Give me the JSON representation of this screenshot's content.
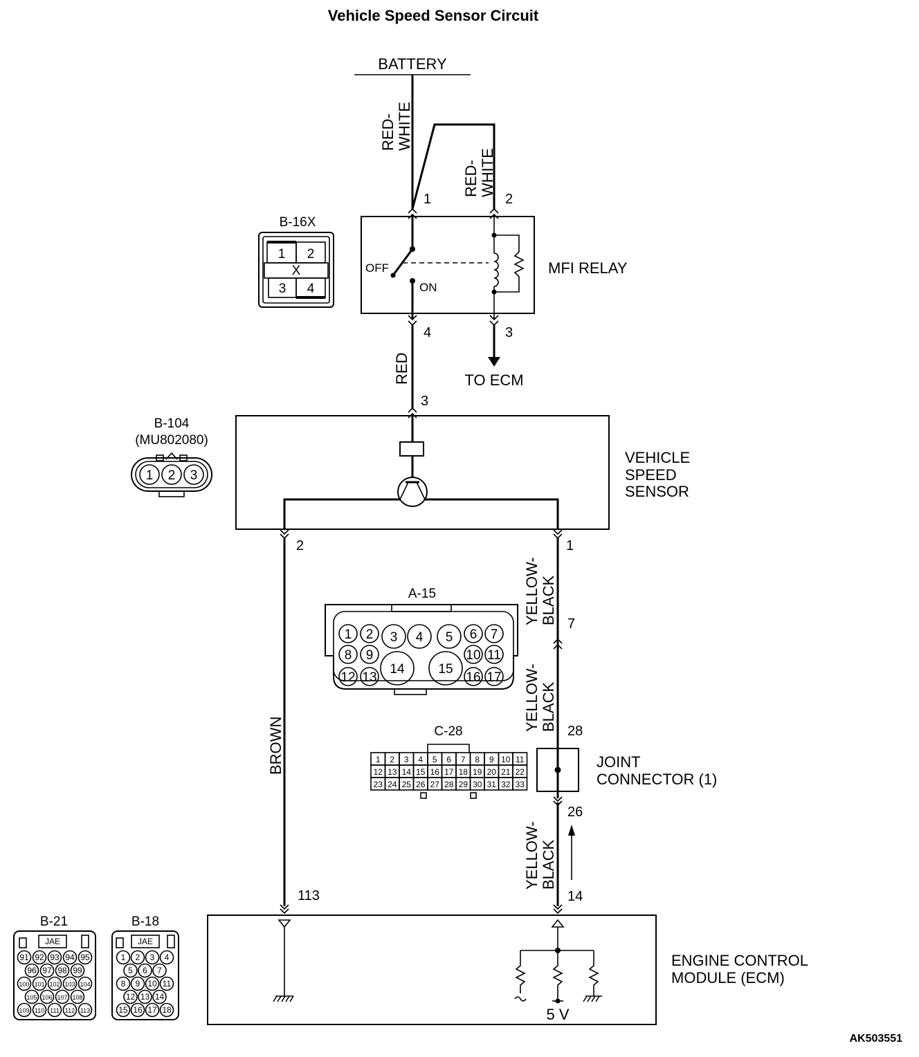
{
  "title": "Vehicle Speed Sensor Circuit",
  "figure_id": "AK503551",
  "labels": {
    "battery": "BATTERY",
    "wire_red_white_1": [
      "RED-",
      "WHITE"
    ],
    "wire_red_white_2": [
      "RED-",
      "WHITE"
    ],
    "wire_red": "RED",
    "wire_brown": "BROWN",
    "wire_yellow_black_1": [
      "YELLOW-",
      "BLACK"
    ],
    "wire_yellow_black_2": [
      "YELLOW-",
      "BLACK"
    ],
    "wire_yellow_black_3": [
      "YELLOW-",
      "BLACK"
    ],
    "to_ecm": "TO ECM",
    "relay_off": "OFF",
    "relay_on": "ON",
    "five_v": "5 V"
  },
  "components": {
    "mfi_relay": "MFI RELAY",
    "vehicle_speed_sensor": [
      "VEHICLE",
      "SPEED",
      "SENSOR"
    ],
    "joint_connector": [
      "JOINT",
      "CONNECTOR (1)"
    ],
    "ecm": [
      "ENGINE CONTROL",
      "MODULE (ECM)"
    ]
  },
  "pins": {
    "relay_1": "1",
    "relay_2": "2",
    "relay_4": "4",
    "relay_3": "3",
    "vss_3": "3",
    "vss_2": "2",
    "vss_1": "1",
    "a15_7": "7",
    "jc_28": "28",
    "jc_26": "26",
    "ecm_113": "113",
    "ecm_14": "14"
  },
  "connectors": {
    "b16x": {
      "name": "B-16X",
      "pins": [
        "1",
        "2",
        "3",
        "4"
      ],
      "mark": "X"
    },
    "b104": {
      "name": "B-104",
      "part": "(MU802080)",
      "pins": [
        "1",
        "2",
        "3"
      ]
    },
    "a15": {
      "name": "A-15",
      "pins": [
        "1",
        "2",
        "3",
        "4",
        "5",
        "6",
        "7",
        "8",
        "9",
        "10",
        "11",
        "12",
        "13",
        "14",
        "15",
        "16",
        "17"
      ]
    },
    "c28": {
      "name": "C-28",
      "rows": [
        [
          "1",
          "2",
          "3",
          "4",
          "5",
          "6",
          "7",
          "8",
          "9",
          "10",
          "11"
        ],
        [
          "12",
          "13",
          "14",
          "15",
          "16",
          "17",
          "18",
          "19",
          "20",
          "21",
          "22"
        ],
        [
          "23",
          "24",
          "25",
          "26",
          "27",
          "28",
          "29",
          "30",
          "31",
          "32",
          "33"
        ]
      ]
    },
    "b21": {
      "name": "B-21",
      "tag": "JAE",
      "rows": [
        [
          "91",
          "92",
          "93",
          "94",
          "95"
        ],
        [
          "96",
          "97",
          "98",
          "99"
        ],
        [
          "100",
          "101",
          "102",
          "103",
          "104"
        ],
        [
          "105",
          "106",
          "107",
          "108"
        ],
        [
          "109",
          "110",
          "111",
          "112",
          "113"
        ]
      ]
    },
    "b18": {
      "name": "B-18",
      "tag": "JAE",
      "rows": [
        [
          "1",
          "2",
          "3",
          "4"
        ],
        [
          "5",
          "6",
          "7"
        ],
        [
          "8",
          "9",
          "10",
          "11"
        ],
        [
          "12",
          "13",
          "14"
        ],
        [
          "15",
          "16",
          "17",
          "18"
        ]
      ]
    }
  }
}
